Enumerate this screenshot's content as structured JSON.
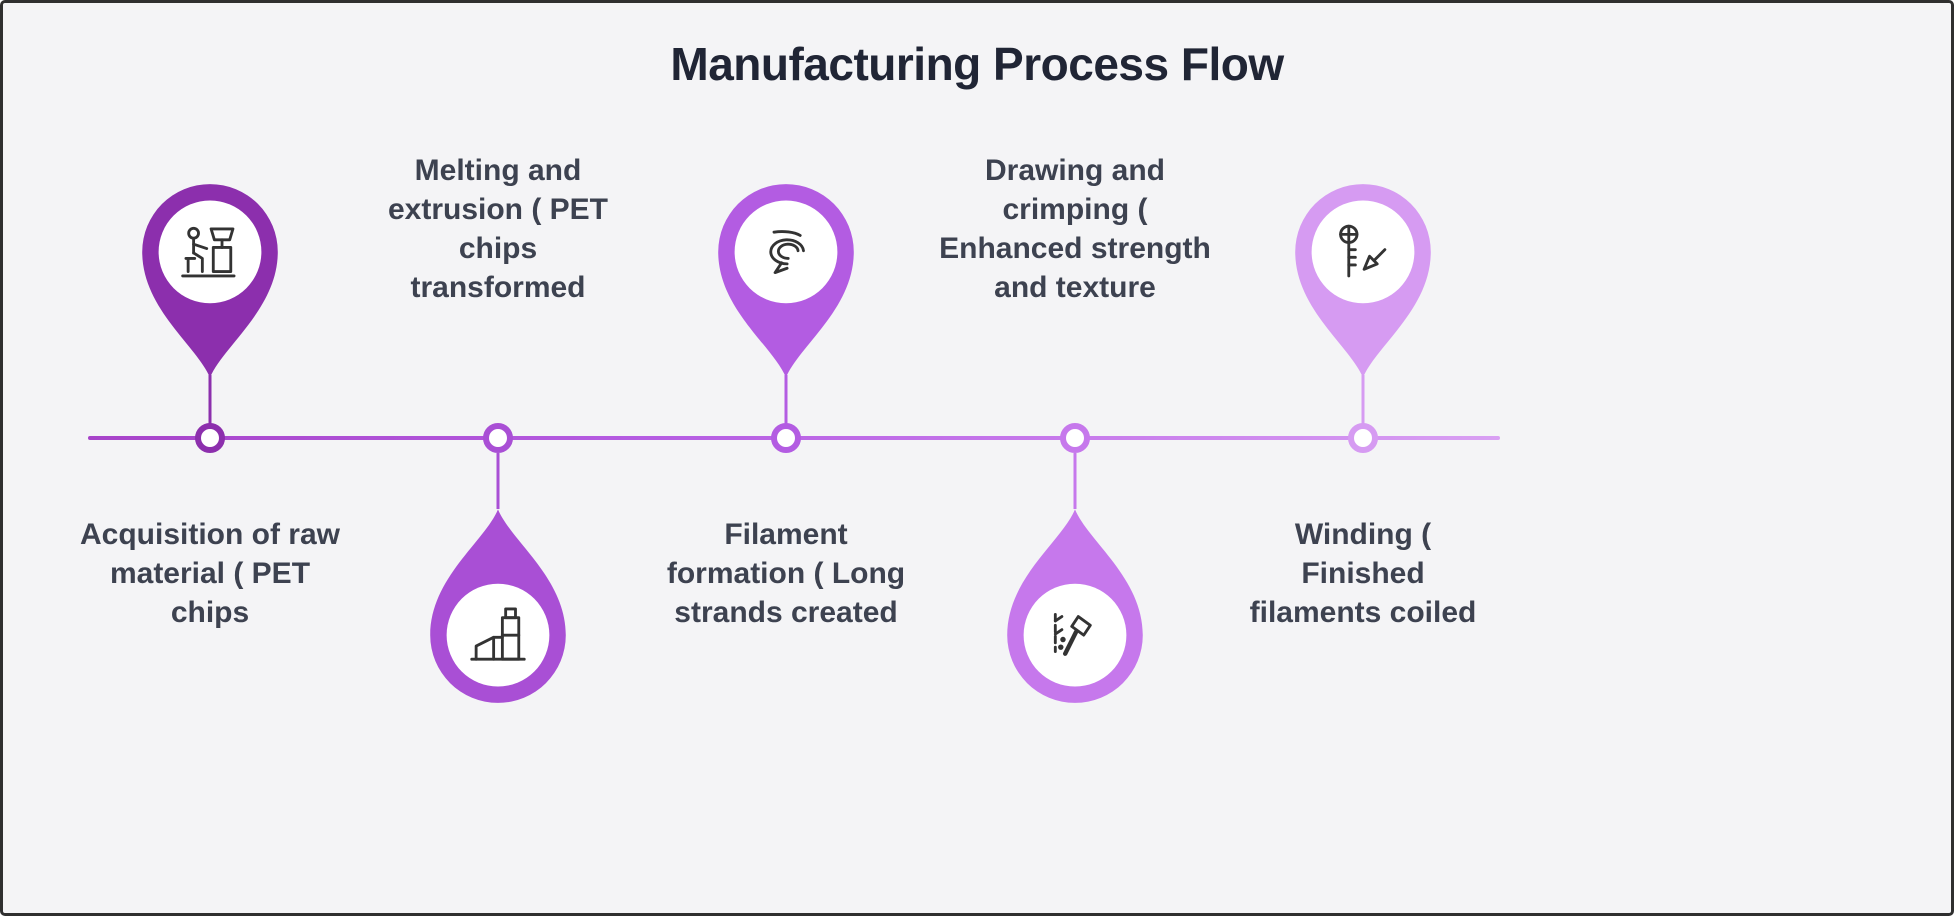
{
  "title": "Manufacturing Process Flow",
  "colors": {
    "background": "#f4f4f6",
    "title": "#202535",
    "text": "#3d4250",
    "line_start": "#a743c9",
    "line_end": "#d9a0f3"
  },
  "steps": [
    {
      "label": "Acquisition of raw material ( PET chips",
      "icon": "worker-machine-icon",
      "color": "#8c2fad",
      "pin_position": "above-line"
    },
    {
      "label": "Melting and extrusion ( PET chips transformed",
      "icon": "extrusion-machine-icon",
      "color": "#a94fd5",
      "pin_position": "below-line"
    },
    {
      "label": "Filament formation ( Long strands created",
      "icon": "filament-swirl-icon",
      "color": "#b35ce2",
      "pin_position": "above-line"
    },
    {
      "label": "Drawing and crimping ( Enhanced strength and texture",
      "icon": "crimping-hammer-icon",
      "color": "#c678ec",
      "pin_position": "below-line"
    },
    {
      "label": "Winding ( Finished filaments coiled",
      "icon": "winding-machine-icon",
      "color": "#d69bf2",
      "pin_position": "above-line"
    }
  ]
}
